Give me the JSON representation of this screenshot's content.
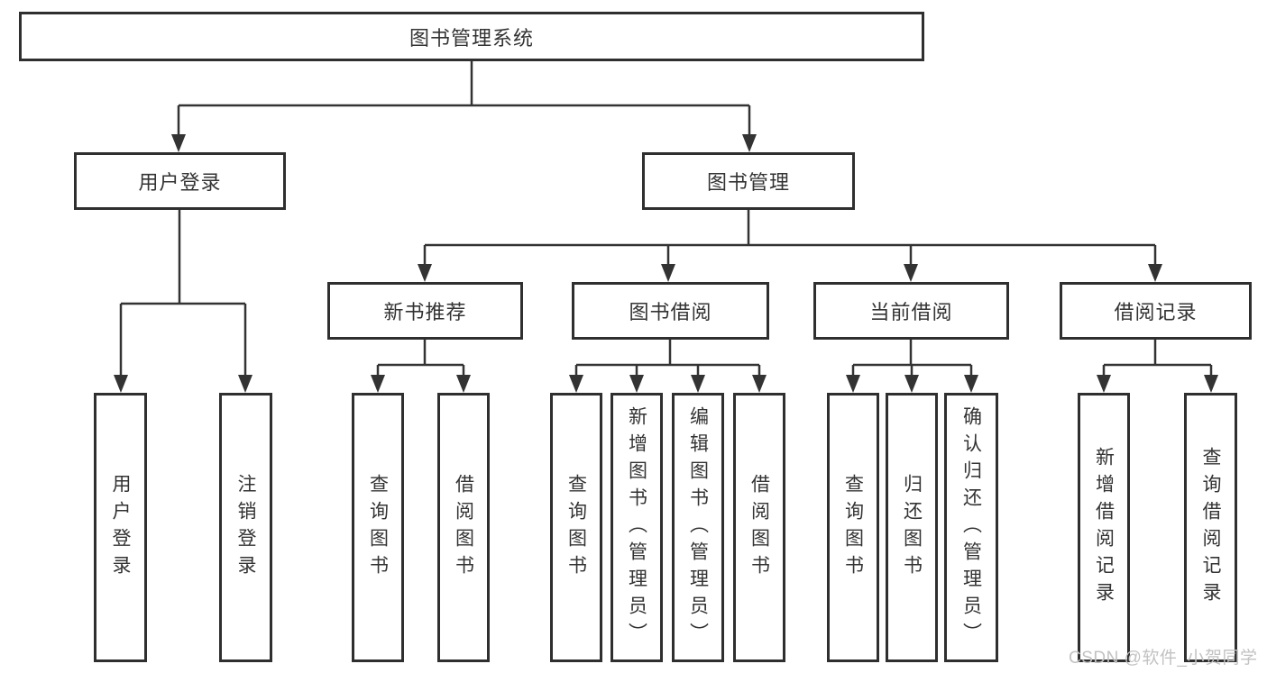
{
  "diagram": {
    "type": "tree",
    "root": {
      "label": "图书管理系统",
      "children": [
        {
          "label": "用户登录",
          "children": [
            {
              "label": "用户登录"
            },
            {
              "label": "注销登录"
            }
          ]
        },
        {
          "label": "图书管理",
          "children": [
            {
              "label": "新书推荐",
              "children": [
                {
                  "label": "查询图书"
                },
                {
                  "label": "借阅图书"
                }
              ]
            },
            {
              "label": "图书借阅",
              "children": [
                {
                  "label": "查询图书"
                },
                {
                  "label": "新增图书（管理员）"
                },
                {
                  "label": "编辑图书（管理员）"
                },
                {
                  "label": "借阅图书"
                }
              ]
            },
            {
              "label": "当前借阅",
              "children": [
                {
                  "label": "查询图书"
                },
                {
                  "label": "归还图书"
                },
                {
                  "label": "确认归还（管理员）"
                }
              ]
            },
            {
              "label": "借阅记录",
              "children": [
                {
                  "label": "新增借阅记录"
                },
                {
                  "label": "查询借阅记录"
                }
              ]
            }
          ]
        }
      ]
    }
  },
  "watermark": {
    "text": "CSDN @软件_小贺同学"
  },
  "colors": {
    "line": "#333333",
    "box_border": "#2f2f2f",
    "text": "#333333",
    "watermark": "#c2c2c2",
    "background": "#ffffff"
  }
}
